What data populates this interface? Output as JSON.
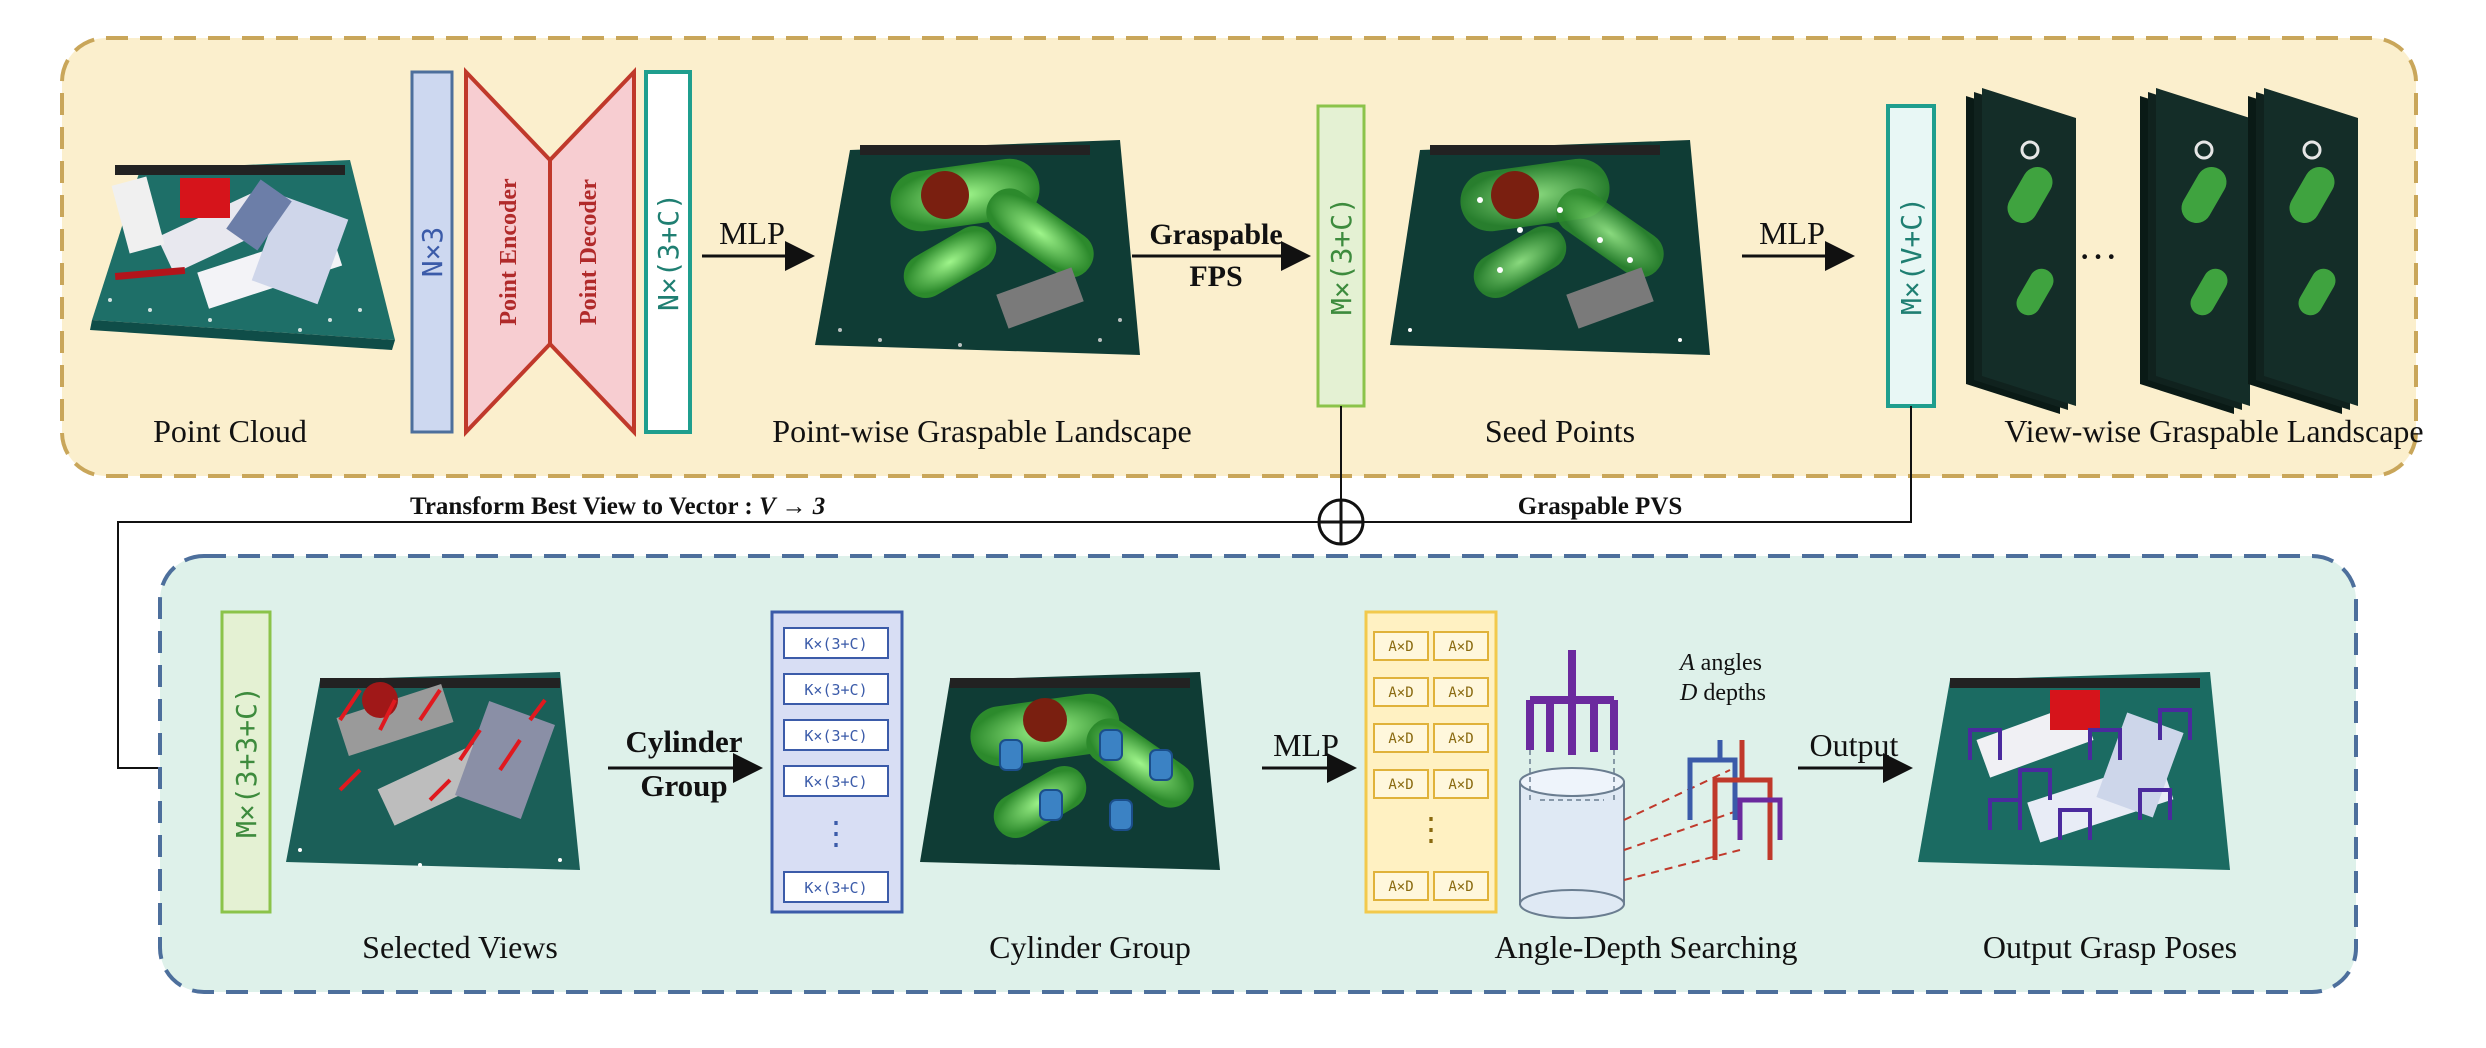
{
  "colors": {
    "top_panel_fill": "#fbefcd",
    "top_panel_border": "#c9a65a",
    "bottom_panel_fill": "#def1ea",
    "bottom_panel_border": "#4d6f9c",
    "encoder_fill": "#f7cdd1",
    "encoder_stroke": "#c0392b",
    "feature_teal": "#1f9e8e",
    "feature_green": "#4caf50",
    "feature_blue": "#3b5ba9",
    "feature_yellow": "#f2c94c"
  },
  "top": {
    "point_cloud_label": "Point Cloud",
    "n3_label": "N×3",
    "encoder_label": "Point Encoder",
    "decoder_label": "Point Decoder",
    "n3c_label": "N×(3+C)",
    "mlp1_label": "MLP",
    "landscape_label": "Point-wise Graspable Landscape",
    "fps_label_line1": "Graspable",
    "fps_label_line2": "FPS",
    "m3c_label": "M×(3+C)",
    "seed_label": "Seed Points",
    "mlp2_label": "MLP",
    "mvc_label": "M×(V+C)",
    "dots_label": "···",
    "view_landscape_label": "View-wise Graspable Landscape"
  },
  "middle": {
    "transform_label": "Transform Best View to Vector : ",
    "transform_math": "V → 3",
    "pvs_label": "Graspable PVS"
  },
  "bottom": {
    "m33c_label": "M×(3+3+C)",
    "selected_views_label": "Selected Views",
    "cylinder_group_line1": "Cylinder",
    "cylinder_group_line2": "Group",
    "k3c_cells": [
      "K×(3+C)",
      "K×(3+C)",
      "K×(3+C)",
      "K×(3+C)",
      "K×(3+C)"
    ],
    "stack_dots": "⋮",
    "cylinder_group_label": "Cylinder Group",
    "mlp3_label": "MLP",
    "axd_cells": [
      "A×D",
      "A×D",
      "A×D",
      "A×D",
      "A×D",
      "A×D",
      "A×D",
      "A×D",
      "A×D",
      "A×D"
    ],
    "angles_var": "A",
    "angles_text": " angles",
    "depths_var": "D",
    "depths_text": " depths",
    "angle_depth_label": "Angle-Depth Searching",
    "output_arrow_label": "Output",
    "output_label": "Output Grasp Poses"
  }
}
